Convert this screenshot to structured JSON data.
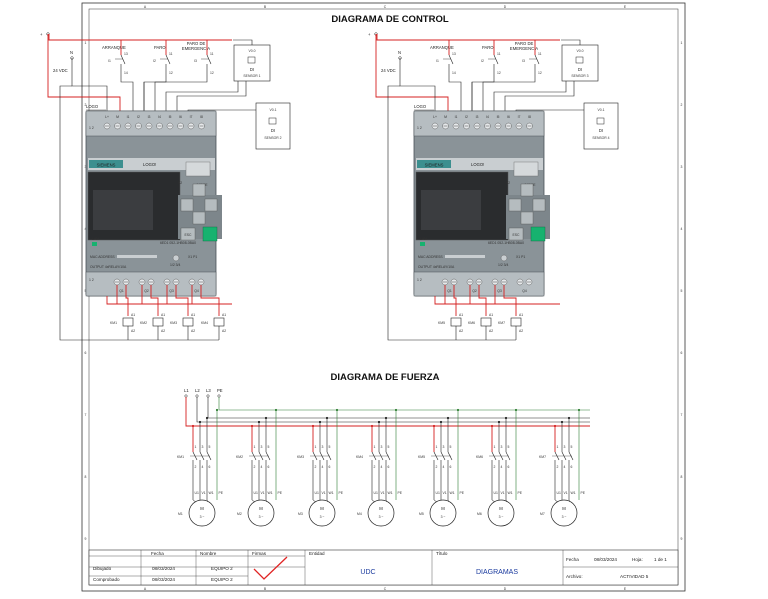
{
  "frame": {
    "col_labels": [
      "A",
      "B",
      "C",
      "D",
      "E"
    ],
    "row_labels": [
      "1",
      "2",
      "3",
      "4",
      "5",
      "6",
      "7",
      "8",
      "9"
    ]
  },
  "control": {
    "title": "DIAGRAMA DE CONTROL",
    "left_supply": "+",
    "neutral": "N",
    "voltage": "24 VDC",
    "start_label": "ARRANQUE",
    "stop_label": "PARO",
    "estop_label_1": "PARO DE",
    "estop_label_2": "EMERGENCIA",
    "logo_label": "LOGO",
    "brand": "SIEMENS",
    "model": "LOGO!",
    "variant": "24RCE",
    "esc": "ESC",
    "ok": "OK",
    "lan": "LAN",
    "mac": "MAC ADDRESS",
    "output": "OUTPUT 4xRELAY/10A",
    "x1": "X1 P1",
    "x2": "X2",
    "part": "6ED1 052-1HB08-0BA0",
    "inputs": [
      "I1",
      "I2",
      "I3",
      "I4",
      "I5",
      "I6",
      "I7",
      "I8"
    ],
    "outputs": [
      "Q1",
      "Q2",
      "Q3",
      "Q4"
    ],
    "sensor_name": "DI",
    "sensor_sub": "SENSOR",
    "plcs": [
      {
        "switches": [
          "I1",
          "I2",
          "I3"
        ],
        "sensor_top": "V0.0",
        "sensor_top_sub": "SENSOR 1",
        "sensor_bot": "V0.1",
        "sensor_bot_sub": "SENSOR 2",
        "coils": [
          "KM1",
          "KM2",
          "KM3",
          "KM4"
        ]
      },
      {
        "switches": [
          "I1",
          "I2",
          "I3"
        ],
        "sensor_top": "V0.0",
        "sensor_top_sub": "SENSOR 3",
        "sensor_bot": "V0.1",
        "sensor_bot_sub": "SENSOR 4",
        "coils": [
          "KM5",
          "KM6",
          "KM7"
        ]
      }
    ]
  },
  "power": {
    "title": "DIAGRAMA DE FUERZA",
    "lines": [
      "L1",
      "L2",
      "L3",
      "PE"
    ],
    "motors": [
      "M1",
      "M2",
      "M3",
      "M4",
      "M5",
      "M6",
      "M7"
    ],
    "contactors": [
      "KM1",
      "KM2",
      "KM3",
      "KM4",
      "KM5",
      "KM6",
      "KM7"
    ],
    "motor_symbol": "M",
    "phase": "3 ~",
    "terminals": [
      "U1",
      "V1",
      "W1",
      "PE"
    ]
  },
  "title_block": {
    "col_fecha": "Fecha",
    "col_nombre": "Nombre",
    "col_firmas": "Firmas",
    "col_entidad": "Entidad",
    "col_titulo": "Título",
    "row1_label": "Dibujado",
    "row1_date": "08/03/2024",
    "row1_name": "EQUIPO 2",
    "row2_label": "Comprobado",
    "row2_date": "08/03/2024",
    "row2_name": "EQUIPO 2",
    "entity": "UDC",
    "title": "DIAGRAMAS",
    "fecha_label": "Fecha",
    "fecha_value": "08/03/2024",
    "hoja_label": "Hoja:",
    "hoja_value": "1 de 1",
    "archivo_label": "Archivo:",
    "archivo_value": "ACTIVIDAD 5"
  }
}
